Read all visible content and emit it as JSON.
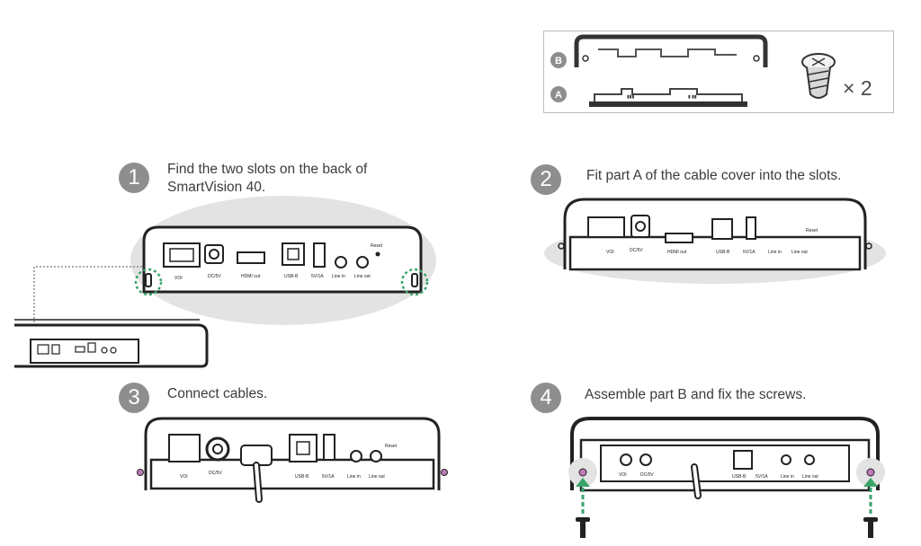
{
  "parts": {
    "label_b": "B",
    "label_a": "A",
    "screw_quantity": "× 2"
  },
  "steps": [
    {
      "number": "1",
      "text_line1": "Find the two slots on the back of",
      "text_line2": "SmartVision 40."
    },
    {
      "number": "2",
      "text": "Fit part A of the cable cover into the slots."
    },
    {
      "number": "3",
      "text": "Connect cables."
    },
    {
      "number": "4",
      "text": "Assemble part B and fix the screws."
    }
  ],
  "port_labels": {
    "voi": "VOI",
    "dc": "DC/5V",
    "hdmi": "HDMI out",
    "usb_b": "USB-B",
    "usb_a": "5V/1A",
    "line_in": "Line in",
    "line_out": "Line out",
    "reset": "Reset"
  },
  "colors": {
    "step_badge": "#8e8e8e",
    "highlight_green": "#3aa46a",
    "device_shadow": "#e3e3e3",
    "screw_marker": "#c07ab8"
  }
}
